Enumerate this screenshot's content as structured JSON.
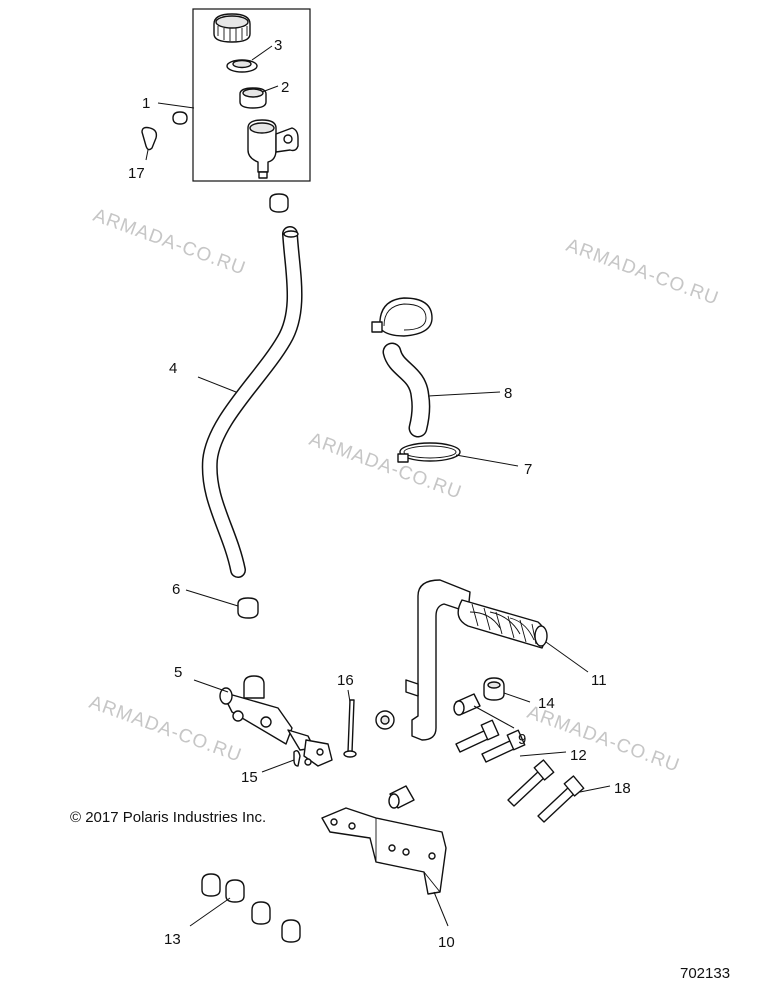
{
  "callouts": [
    {
      "id": "1",
      "text": "1"
    },
    {
      "id": "2",
      "text": "2"
    },
    {
      "id": "3",
      "text": "3"
    },
    {
      "id": "4",
      "text": "4"
    },
    {
      "id": "5",
      "text": "5"
    },
    {
      "id": "6",
      "text": "6"
    },
    {
      "id": "7",
      "text": "7"
    },
    {
      "id": "8",
      "text": "8"
    },
    {
      "id": "9",
      "text": "9"
    },
    {
      "id": "10",
      "text": "10"
    },
    {
      "id": "11",
      "text": "11"
    },
    {
      "id": "12",
      "text": "12"
    },
    {
      "id": "13",
      "text": "13"
    },
    {
      "id": "14",
      "text": "14"
    },
    {
      "id": "15",
      "text": "15"
    },
    {
      "id": "16",
      "text": "16"
    },
    {
      "id": "17",
      "text": "17"
    },
    {
      "id": "18",
      "text": "18"
    }
  ],
  "watermark": "ARMADA-CO.RU",
  "copyright": "© 2017 Polaris Industries Inc.",
  "document_number": "702133",
  "colors": {
    "line": "#111111",
    "watermark": "#c6c6c6",
    "background": "#ffffff"
  }
}
